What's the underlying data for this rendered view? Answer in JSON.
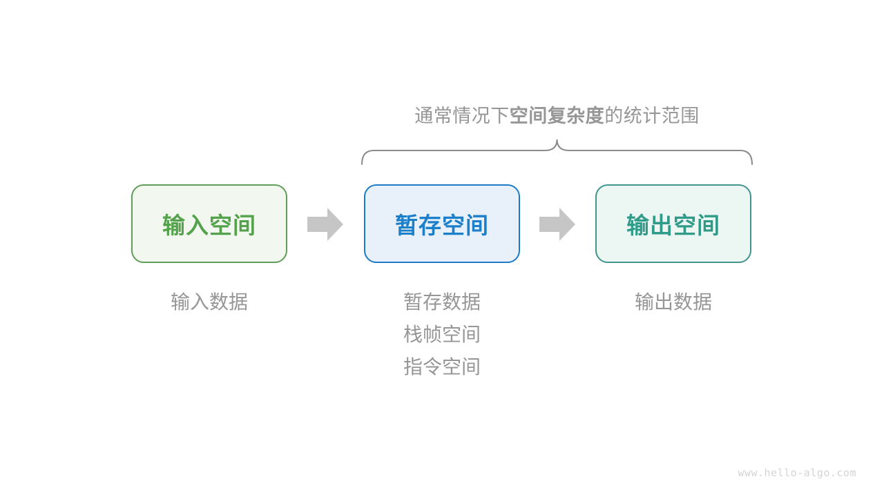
{
  "title": {
    "prefix": "通常情况下",
    "emphasis": "空间复杂度",
    "suffix": "的统计范围"
  },
  "boxes": [
    {
      "label": "输入空间",
      "border_color": "#5f9d58",
      "background": "#f2f8ef",
      "text_color": "#54a24c"
    },
    {
      "label": "暂存空间",
      "border_color": "#1b7ac6",
      "background": "#e8f1fa",
      "text_color": "#1c7fc9"
    },
    {
      "label": "输出空间",
      "border_color": "#3f948b",
      "background": "#ecf6f3",
      "text_color": "#2f9b88"
    }
  ],
  "annotations": {
    "input_space": [
      "输入数据"
    ],
    "temp_space": [
      "暂存数据",
      "栈帧空间",
      "指令空间"
    ],
    "output_space": [
      "输出数据"
    ]
  },
  "watermark": "www.hello-algo.com",
  "colors": {
    "muted_text": "#969696",
    "brace": "#8a8a8a",
    "arrow": "#c6c6c6",
    "watermark_text": "#d4d4d4",
    "background": "#ffffff"
  }
}
